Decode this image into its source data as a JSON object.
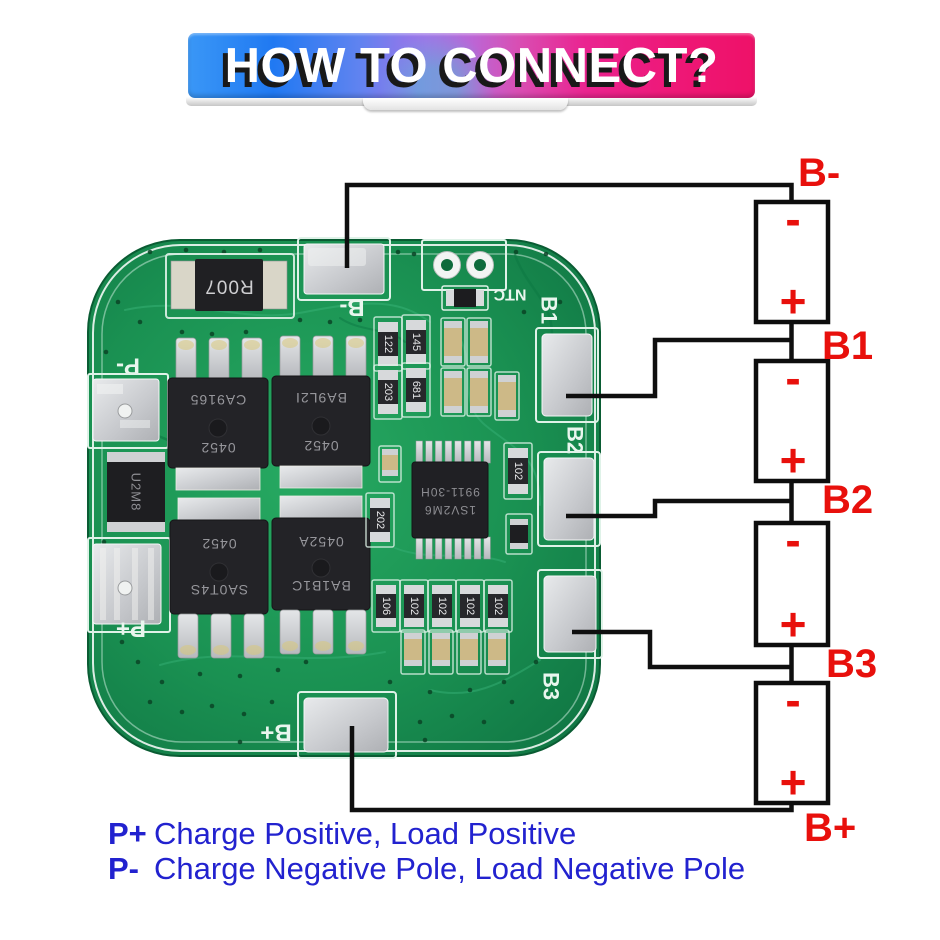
{
  "header": {
    "title": "HOW TO CONNECT?"
  },
  "wiring": {
    "labels": {
      "b_minus": "B-",
      "b1": "B1",
      "b2": "B2",
      "b3": "B3",
      "b_plus": "B+"
    },
    "battery": {
      "minus": "-",
      "plus": "+"
    }
  },
  "pcb": {
    "silkscreen": {
      "b_minus": "B-",
      "b_plus": "B+",
      "p_minus": "P-",
      "p_plus": "P+",
      "b1": "B1",
      "b2": "B2",
      "b3": "B3",
      "ntc": "NTC"
    },
    "components": {
      "shunt": "R007",
      "diode": "U2M8",
      "ic": {
        "line1": "9911-30H",
        "line2": "1SV2M6"
      },
      "mosfets": [
        {
          "line1": "CA9165",
          "line2": "0452"
        },
        {
          "line1": "BA9L2I",
          "line2": "0452"
        },
        {
          "line1": "0452",
          "line2": "SA0T4S"
        },
        {
          "line1": "0452A",
          "line2": "BA1B1C"
        }
      ],
      "smd_cluster": [
        "122",
        "145",
        "203",
        "681"
      ],
      "smd_left": "202",
      "smd_right": "102",
      "smd_bottom": [
        "106",
        "102",
        "102",
        "102",
        "102"
      ]
    }
  },
  "footer": {
    "line1": {
      "term": "P+",
      "text": "Charge Positive, Load Positive"
    },
    "line2": {
      "term": "P-",
      "text": "Charge Negative Pole, Load Negative Pole"
    }
  },
  "colors": {
    "banner_blue": "#2079f2",
    "banner_pink": "#ee1168",
    "board_green": "#1b9153",
    "label_red": "#e8100c",
    "legend_blue": "#2222cf",
    "wire_black": "#0f0f0f"
  }
}
